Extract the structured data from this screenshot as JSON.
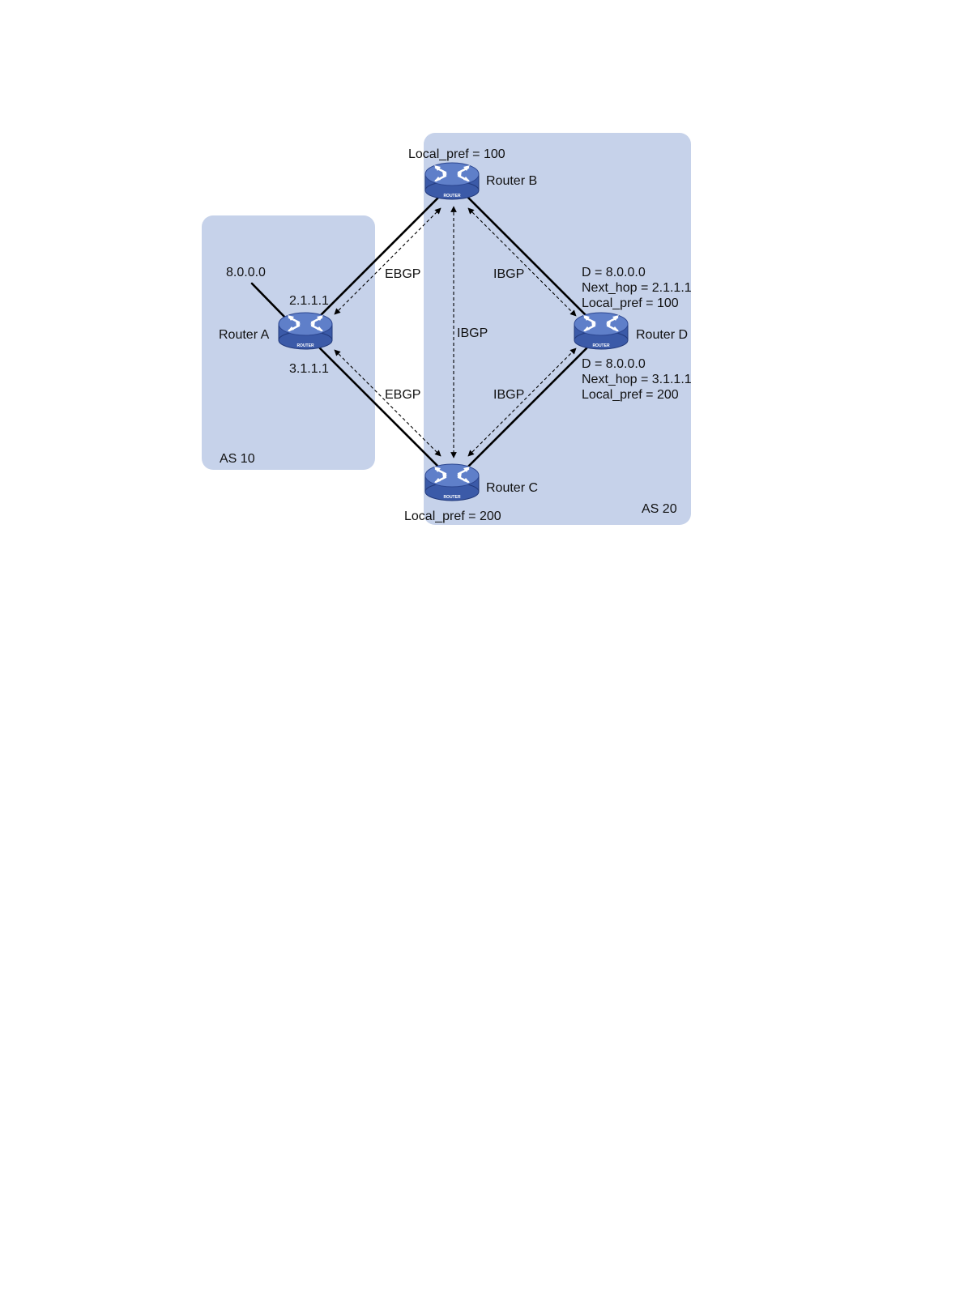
{
  "areas": {
    "as10": {
      "label": "AS 10"
    },
    "as20": {
      "label": "AS 20"
    }
  },
  "routers": {
    "a": {
      "name": "Router A",
      "icon_text": "ROUTER"
    },
    "b": {
      "name": "Router B",
      "icon_text": "ROUTER"
    },
    "c": {
      "name": "Router C",
      "icon_text": "ROUTER"
    },
    "d": {
      "name": "Router D",
      "icon_text": "ROUTER"
    }
  },
  "network": {
    "prefix": "8.0.0.0"
  },
  "interfaces": {
    "a_to_b": "2.1.1.1",
    "a_to_c": "3.1.1.1"
  },
  "sessions": {
    "a_b": "EBGP",
    "a_c": "EBGP",
    "b_c": "IBGP",
    "b_d": "IBGP",
    "c_d": "IBGP"
  },
  "local_pref": {
    "b": "Local_pref = 100",
    "c": "Local_pref = 200"
  },
  "routes_at_d": {
    "via_b": [
      "D = 8.0.0.0",
      "Next_hop = 2.1.1.1",
      "Local_pref = 100"
    ],
    "via_c": [
      "D = 8.0.0.0",
      "Next_hop = 3.1.1.1",
      "Local_pref = 200"
    ]
  },
  "colors": {
    "as_area": "#c6d2ea",
    "router_body": "#3b5aa8",
    "router_top": "#5f7fc9",
    "link": "#000000"
  }
}
